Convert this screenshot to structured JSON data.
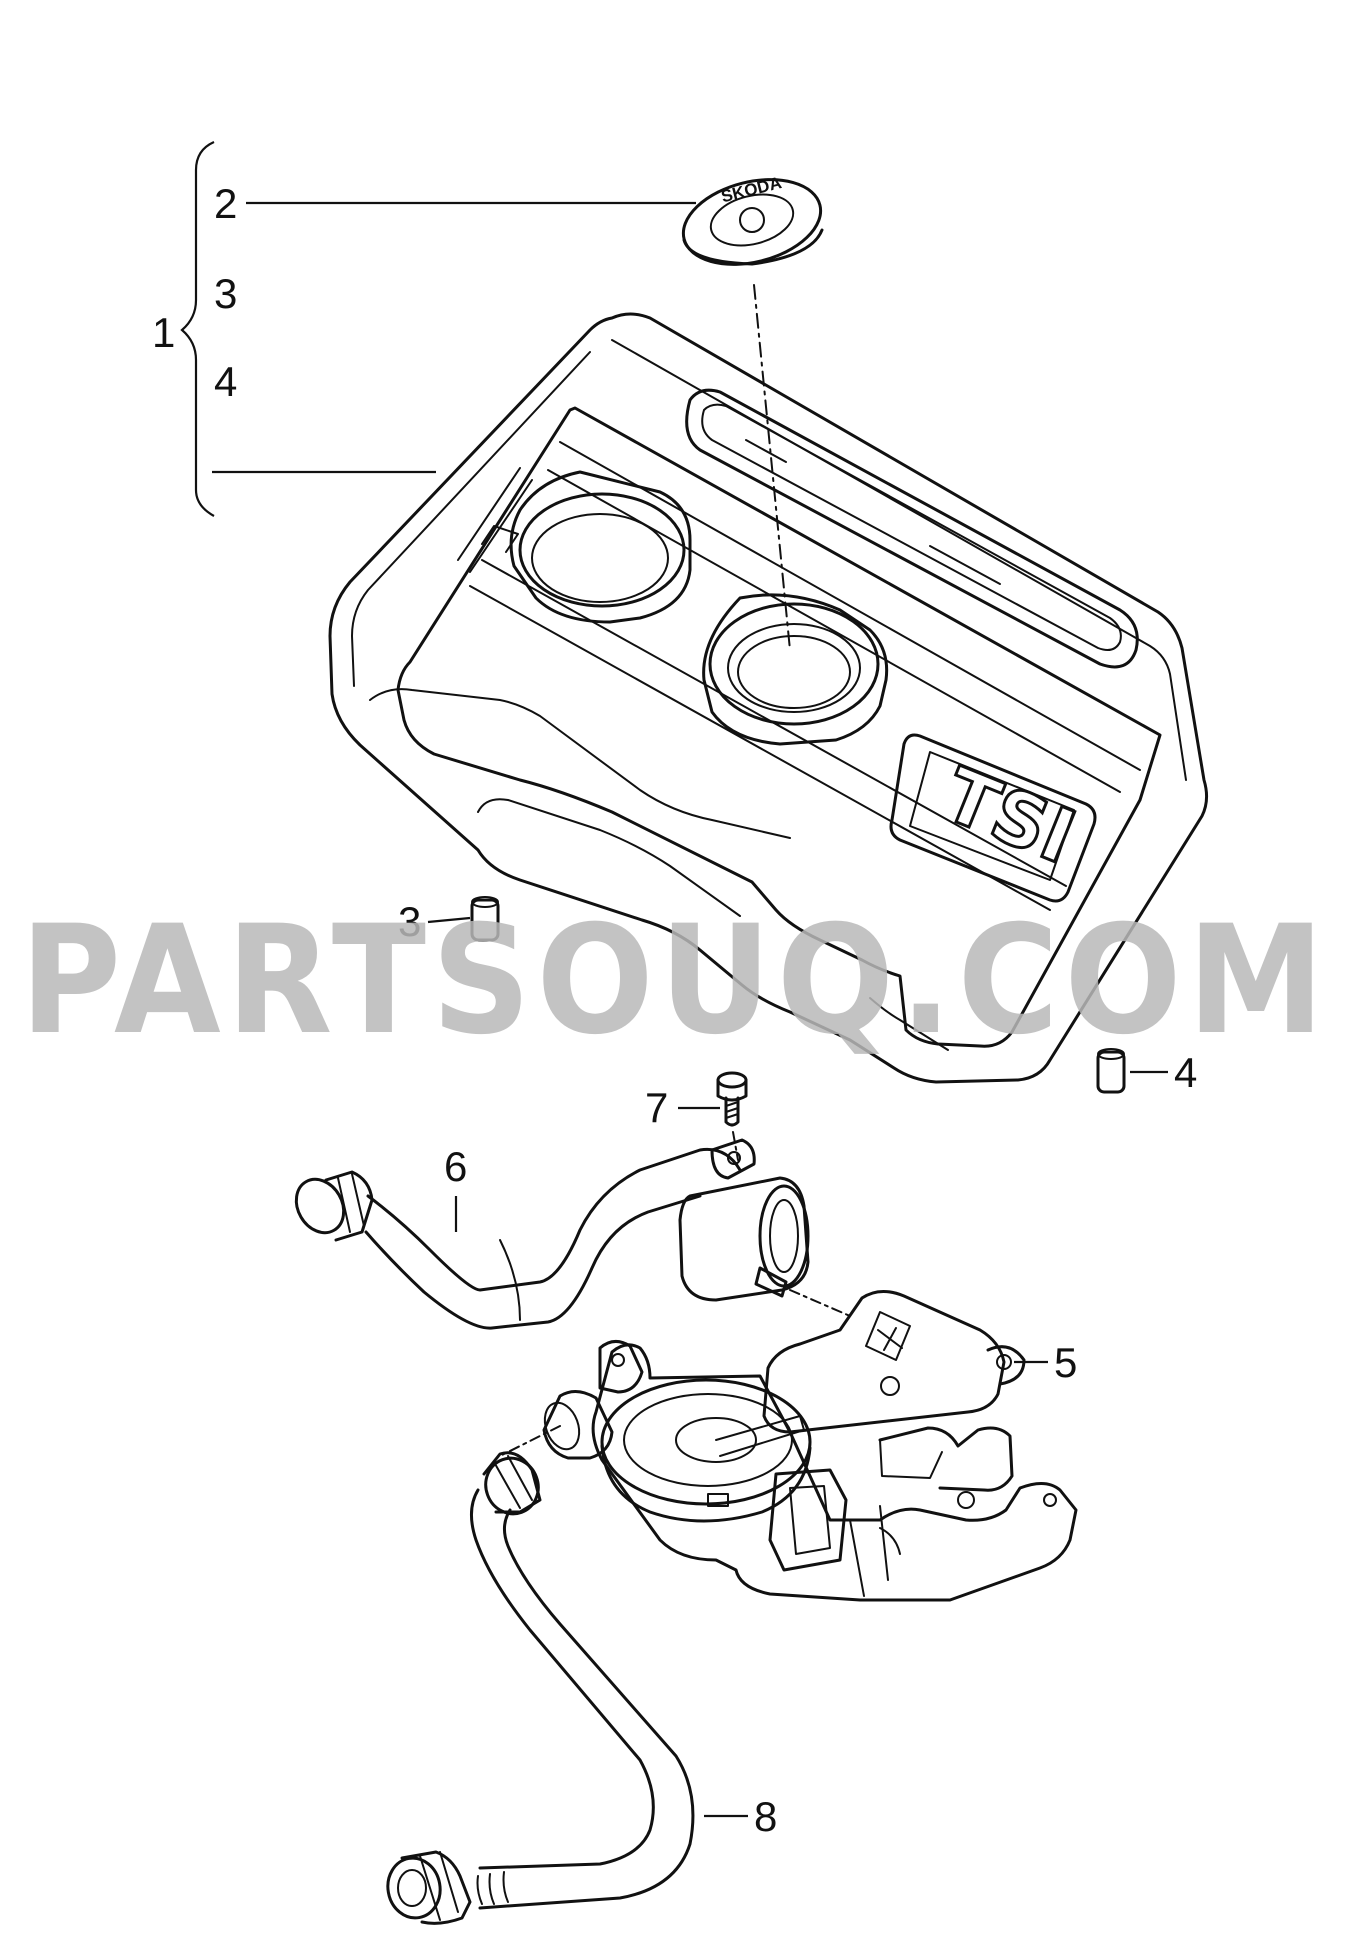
{
  "diagram": {
    "callouts": [
      {
        "id": "c1",
        "text": "1"
      },
      {
        "id": "c2",
        "text": "2"
      },
      {
        "id": "c3a",
        "text": "3"
      },
      {
        "id": "c4a",
        "text": "4"
      },
      {
        "id": "c3b",
        "text": "3"
      },
      {
        "id": "c4b",
        "text": "4"
      },
      {
        "id": "c5",
        "text": "5"
      },
      {
        "id": "c6",
        "text": "6"
      },
      {
        "id": "c7",
        "text": "7"
      },
      {
        "id": "c8",
        "text": "8"
      }
    ],
    "cover_badge": "TSI",
    "logo_text": "SKODA",
    "watermark": "PARTSOUQ.COM"
  }
}
